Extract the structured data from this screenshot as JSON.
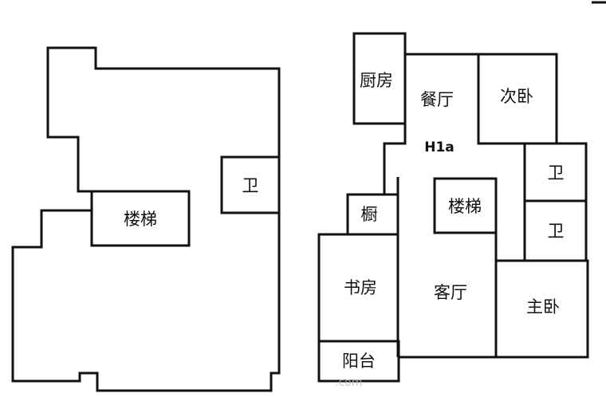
{
  "plans": {
    "upper": {
      "rooms": {
        "stairs": "楼梯",
        "bathroom": "卫"
      }
    },
    "lower": {
      "unit_code": "H1a",
      "rooms": {
        "kitchen": "厨房",
        "dining": "餐厅",
        "second_bedroom": "次卧",
        "bathroom_1": "卫",
        "bathroom_2": "卫",
        "stairs": "楼梯",
        "cabinet": "橱",
        "study": "书房",
        "living": "客厅",
        "master_bedroom": "主卧",
        "balcony": "阳台"
      }
    }
  },
  "watermark": ".com"
}
